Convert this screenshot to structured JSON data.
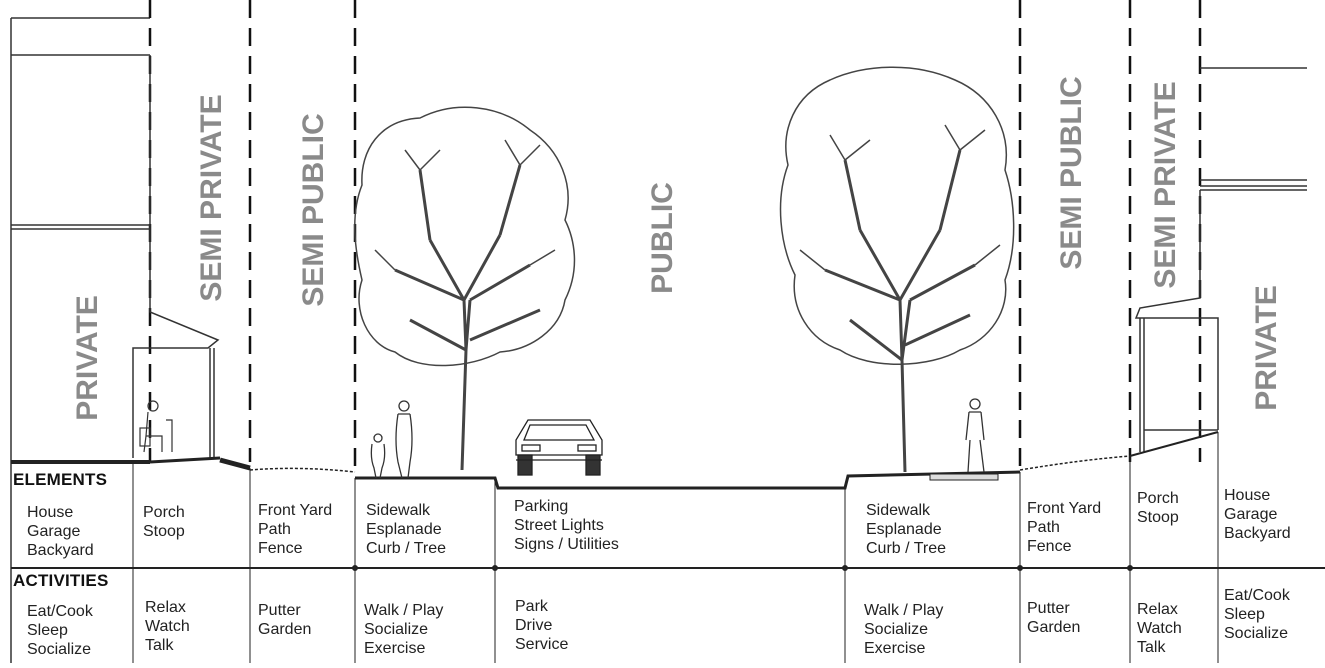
{
  "zones": {
    "private_left": "PRIVATE",
    "semi_private_left": "SEMI PRIVATE",
    "semi_public_left": "SEMI PUBLIC",
    "public": "PUBLIC",
    "semi_public_right": "SEMI PUBLIC",
    "semi_private_right": "SEMI PRIVATE",
    "private_right": "PRIVATE"
  },
  "headers": {
    "elements": "ELEMENTS",
    "activities": "ACTIVITIES"
  },
  "elements": [
    "House\nGarage\nBackyard",
    "Porch\nStoop",
    "Front Yard\nPath\nFence",
    "Sidewalk\nEsplanade\nCurb / Tree",
    "Parking\nStreet Lights\nSigns / Utilities",
    "Sidewalk\nEsplanade\nCurb / Tree",
    "Front Yard\nPath\nFence",
    "Porch\nStoop",
    "House\nGarage\nBackyard"
  ],
  "activities": [
    "Eat/Cook\nSleep\nSocialize",
    "Relax\nWatch\nTalk",
    "Putter\nGarden",
    "Walk / Play\nSocialize\nExercise",
    "Park\nDrive\nService",
    "Walk / Play\nSocialize\nExercise",
    "Putter\nGarden",
    "Relax\nWatch\nTalk",
    "Eat/Cook\nSleep\nSocialize"
  ]
}
